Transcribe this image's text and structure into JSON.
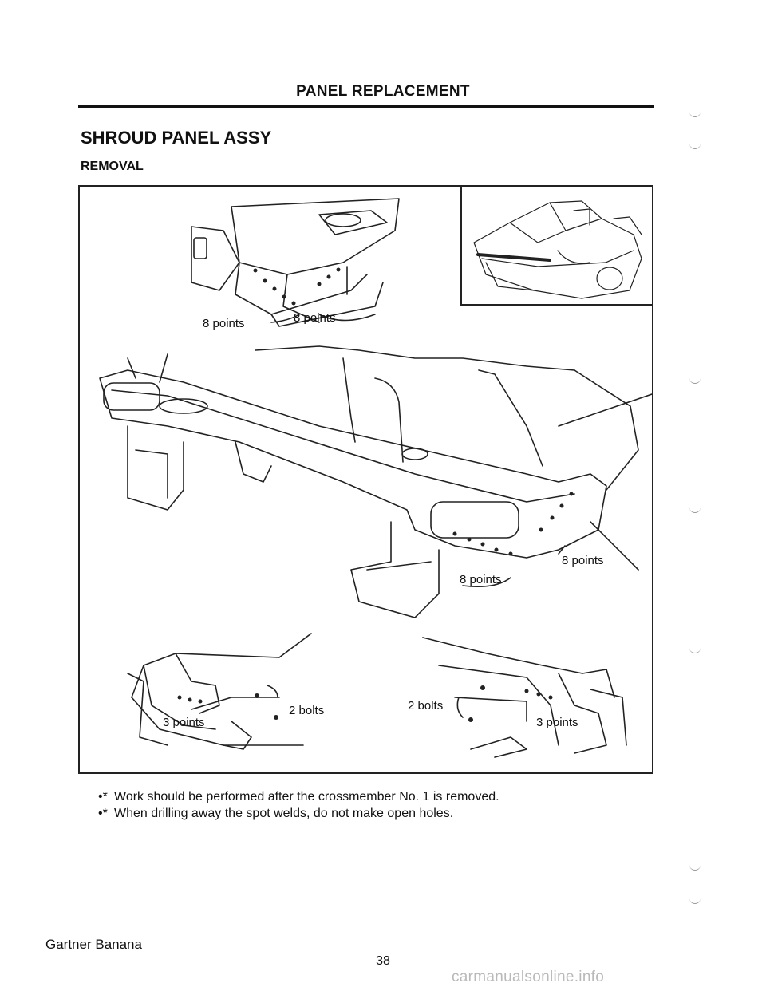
{
  "header": {
    "title": "PANEL REPLACEMENT"
  },
  "section": {
    "title": "SHROUD PANEL ASSY",
    "subtitle": "REMOVAL"
  },
  "figure": {
    "callouts": {
      "top_left_points": "8 points",
      "top_right_points": "8 points",
      "main_right_points": "8 points",
      "main_bottom_points": "8 points",
      "lower_left_bolts": "2 bolts",
      "lower_left_points": "3 points",
      "lower_right_bolts": "2 bolts",
      "lower_right_points": "3 points"
    }
  },
  "notes": [
    {
      "bullet": "•*",
      "text": "Work should be performed after the crossmember No. 1 is removed."
    },
    {
      "bullet": "•*",
      "text": "When drilling away the spot welds, do not make open holes."
    }
  ],
  "footer": {
    "left": "Gartner Banana",
    "page_number": "38"
  },
  "watermark": "carmanualsonline.info"
}
